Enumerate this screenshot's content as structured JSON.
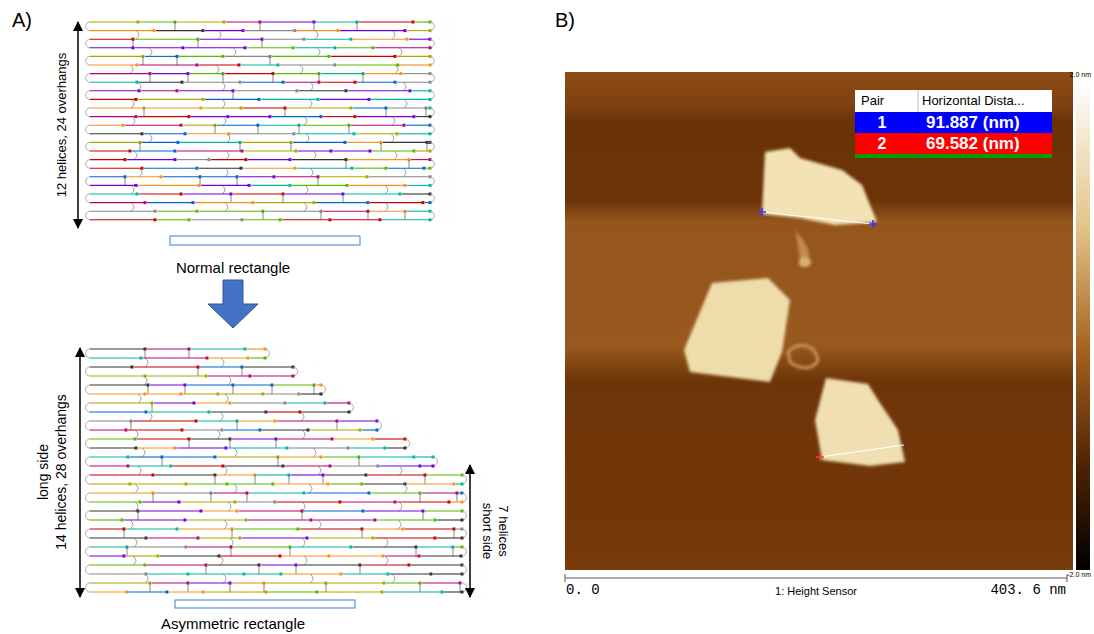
{
  "diagram": {
    "labels": [
      "A)",
      "12 helices, 24 overhangs",
      "Normal rectangle",
      "long side",
      "14 helices, 28 overhangs",
      "short side",
      "7 helices",
      "Asymmetric rectangle",
      "B)",
      "Pair",
      "Horizontal Dista...",
      "1",
      "91.887 (nm)",
      "2",
      "69.582 (nm)",
      "2.0 nm",
      "-2.0 nm",
      "0. 0",
      "1: Height Sensor",
      "403. 6 nm"
    ]
  }
}
